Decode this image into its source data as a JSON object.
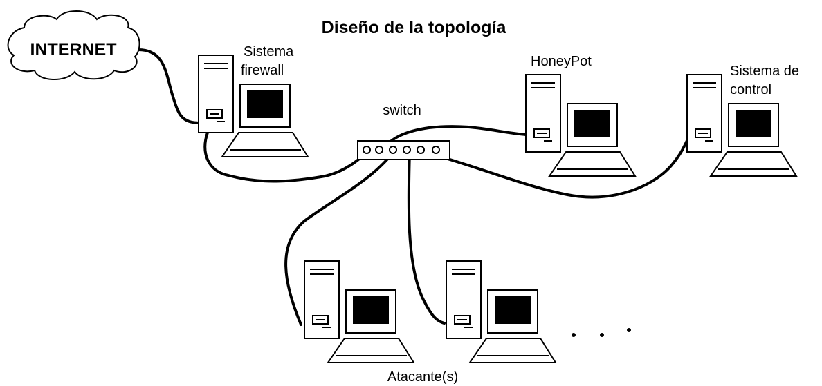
{
  "title": "Diseño de la topología",
  "nodes": {
    "internet": {
      "label": "INTERNET",
      "icon": "cloud-icon"
    },
    "firewall": {
      "label_line1": "Sistema",
      "label_line2": "firewall",
      "icon": "computer-icon"
    },
    "switch": {
      "label": "switch",
      "icon": "switch-icon"
    },
    "honeypot": {
      "label": "HoneyPot",
      "icon": "computer-icon"
    },
    "control": {
      "label_line1": "Sistema de",
      "label_line2": "control",
      "icon": "computer-icon"
    },
    "attackers": {
      "label": "Atacante(s)",
      "icon": "computer-icon",
      "count_shown": 2
    }
  },
  "connections": [
    {
      "from": "internet",
      "to": "firewall"
    },
    {
      "from": "firewall",
      "to": "switch"
    },
    {
      "from": "honeypot",
      "to": "switch"
    },
    {
      "from": "control",
      "to": "switch"
    },
    {
      "from": "attackers",
      "to": "switch"
    }
  ]
}
